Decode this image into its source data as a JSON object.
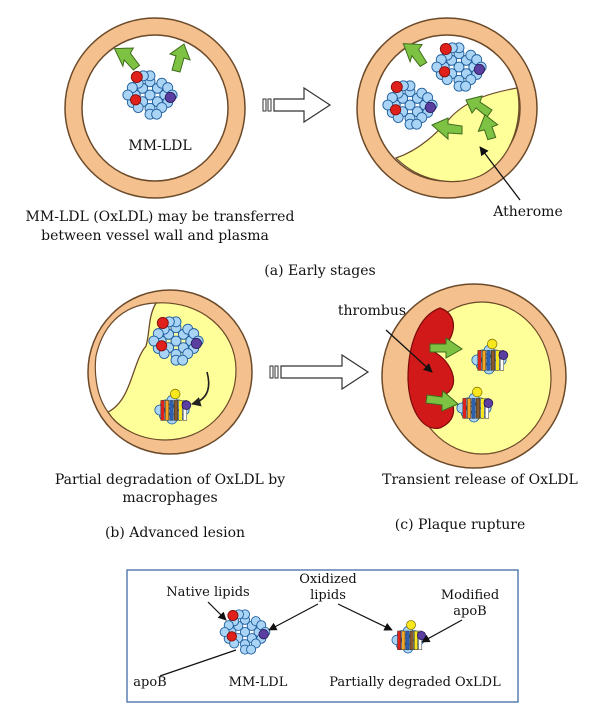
{
  "panel_a": {
    "left_vessel_label": "MM-LDL",
    "caption_line1": "MM-LDL (OxLDL) may be transferred",
    "caption_line2": "between vessel wall and plasma",
    "atheroma_label": "Atherome",
    "stage_label": "(a) Early stages"
  },
  "panel_b": {
    "caption_line1": "Partial degradation of OxLDL by",
    "caption_line2": "macrophages",
    "stage_label": "(b) Advanced lesion"
  },
  "panel_c": {
    "thrombus_label": "thrombus",
    "caption": "Transient release of OxLDL",
    "stage_label": "(c) Plaque rupture"
  },
  "legend": {
    "native_lipids": "Native lipids",
    "oxidized_line1": "Oxidized",
    "oxidized_line2": "lipids",
    "modified_line1": "Modified",
    "modified_line2": "apoB",
    "apob": "apoB",
    "mm_ldl": "MM-LDL",
    "degraded": "Partially degraded OxLDL"
  },
  "colors": {
    "vessel_wall": "#f3c08e",
    "vessel_stroke": "#6b4a2a",
    "atheroma": "#ffff99",
    "thrombus": "#d21919",
    "arrow_green": "#7dc242",
    "lipid_blue": "#aad4f5",
    "native_red": "#e0201b",
    "oxidized_purple": "#5a3ea0",
    "legend_border": "#5b7fb0"
  }
}
